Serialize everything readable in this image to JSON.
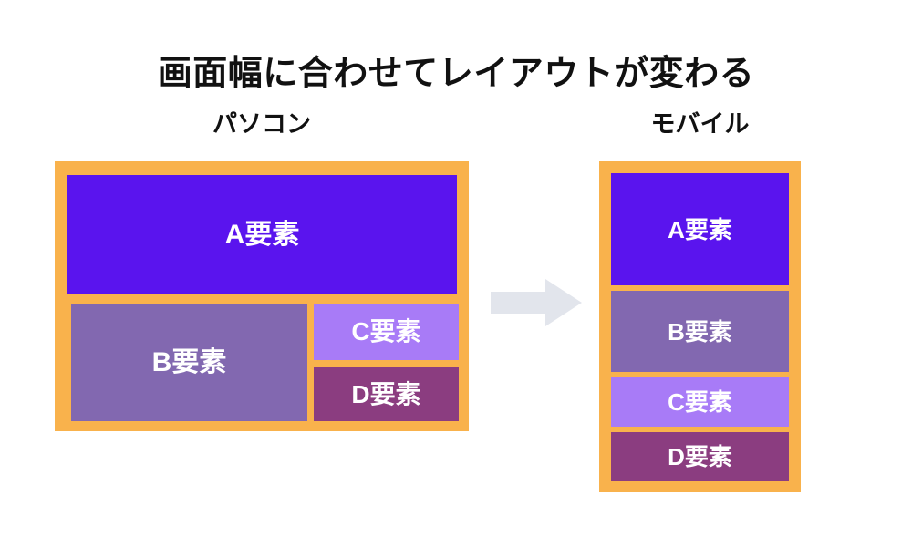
{
  "diagram": {
    "title": "画面幅に合わせてレイアウトが変わる",
    "background_color": "#ffffff",
    "title_color": "#111111"
  },
  "colors": {
    "frame": "#f9b24c",
    "element_a": "#5a14ee",
    "element_b": "#8268b0",
    "element_c": "#a87bf7",
    "element_d": "#8b3d80",
    "arrow": "#e2e5ec",
    "label_text": "#ffffff"
  },
  "panels": [
    {
      "id": "desktop",
      "caption": "パソコン",
      "blocks": [
        {
          "key": "a",
          "label": "A要素",
          "color": "#5a14ee"
        },
        {
          "key": "b",
          "label": "B要素",
          "color": "#8268b0"
        },
        {
          "key": "c",
          "label": "C要素",
          "color": "#a87bf7"
        },
        {
          "key": "d",
          "label": "D要素",
          "color": "#8b3d80"
        }
      ]
    },
    {
      "id": "mobile",
      "caption": "モバイル",
      "blocks": [
        {
          "key": "a",
          "label": "A要素",
          "color": "#5a14ee"
        },
        {
          "key": "b",
          "label": "B要素",
          "color": "#8268b0"
        },
        {
          "key": "c",
          "label": "C要素",
          "color": "#a87bf7"
        },
        {
          "key": "d",
          "label": "D要素",
          "color": "#8b3d80"
        }
      ]
    }
  ],
  "arrow": {
    "icon": "arrow-right-icon",
    "direction": "right",
    "color": "#e2e5ec"
  }
}
